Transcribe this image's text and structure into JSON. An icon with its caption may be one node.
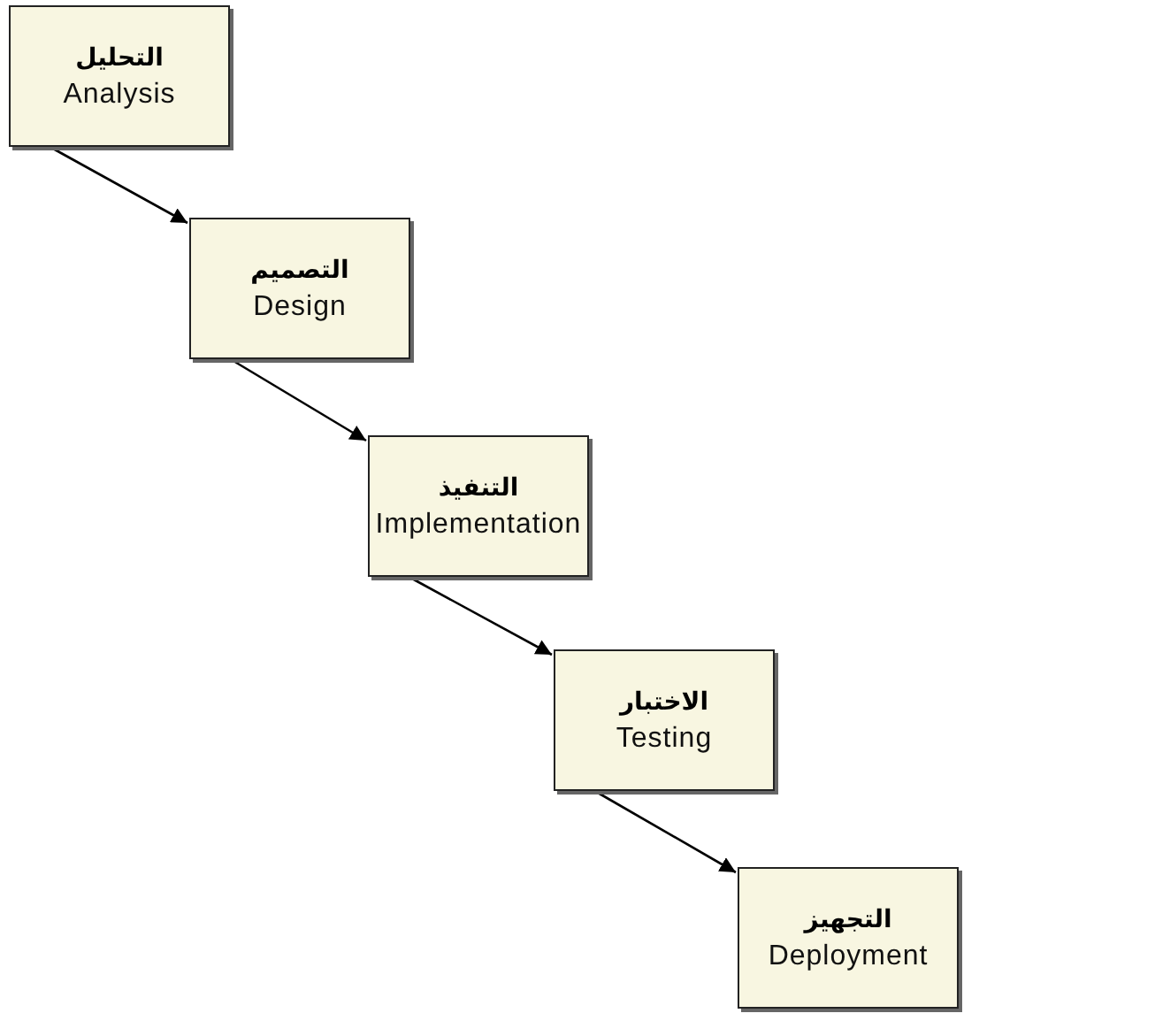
{
  "diagram": {
    "nodes": [
      {
        "text": [
          "التحليل",
          "Analysis"
        ]
      },
      {
        "text": [
          "التصميم",
          "Design"
        ]
      },
      {
        "text": [
          "التنفيذ",
          "Implementation"
        ]
      },
      {
        "text": [
          "الاختبار",
          "Testing"
        ]
      },
      {
        "text": [
          "التجهيز",
          "Deployment"
        ]
      }
    ],
    "edges": [
      {
        "from": 0,
        "to": 1,
        "arrow": "to"
      },
      {
        "from": 1,
        "to": 2,
        "arrow": "to"
      },
      {
        "from": 2,
        "to": 3,
        "arrow": "to"
      },
      {
        "from": 3,
        "to": 4,
        "arrow": "to"
      }
    ]
  }
}
